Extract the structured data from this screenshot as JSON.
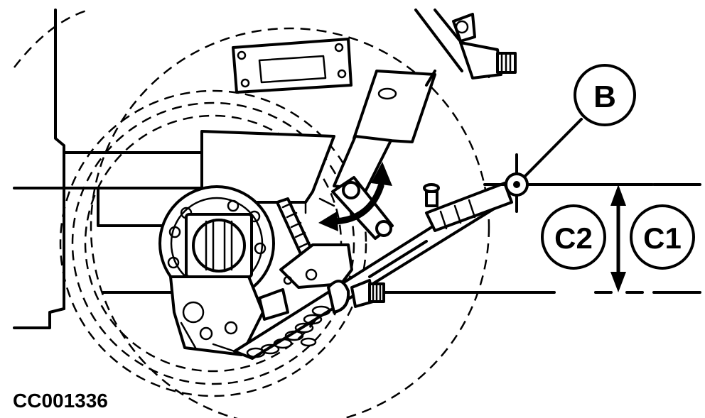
{
  "figure_id": "CC001336",
  "callouts": {
    "b": "B",
    "c1": "C1",
    "c2": "C2"
  },
  "colors": {
    "line": "#000000",
    "background": "#ffffff"
  }
}
